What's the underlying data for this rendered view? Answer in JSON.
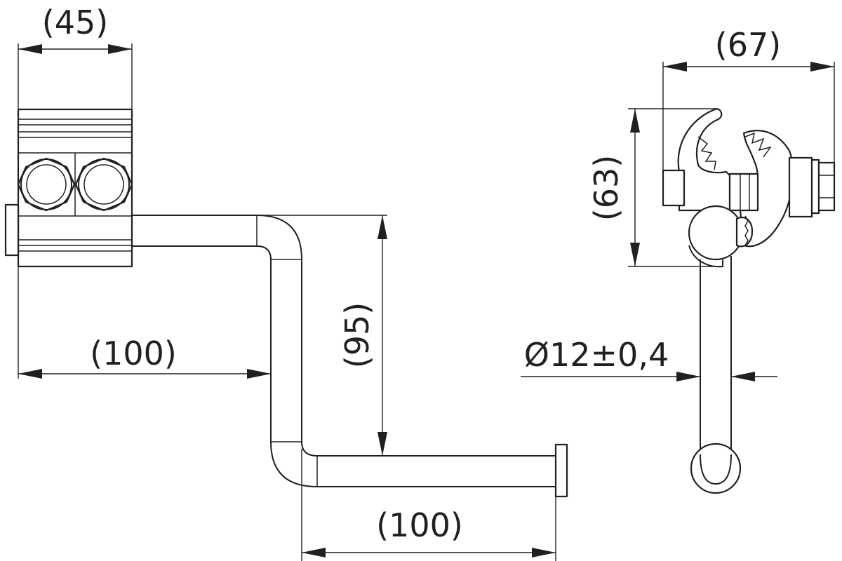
{
  "dimensions": {
    "top_width": "(45)",
    "side_width": "(67)",
    "side_height": "(63)",
    "horizontal_offset": "(100)",
    "vertical_offset": "(95)",
    "bottom_length": "(100)",
    "diameter": "Ø12±0,4"
  }
}
